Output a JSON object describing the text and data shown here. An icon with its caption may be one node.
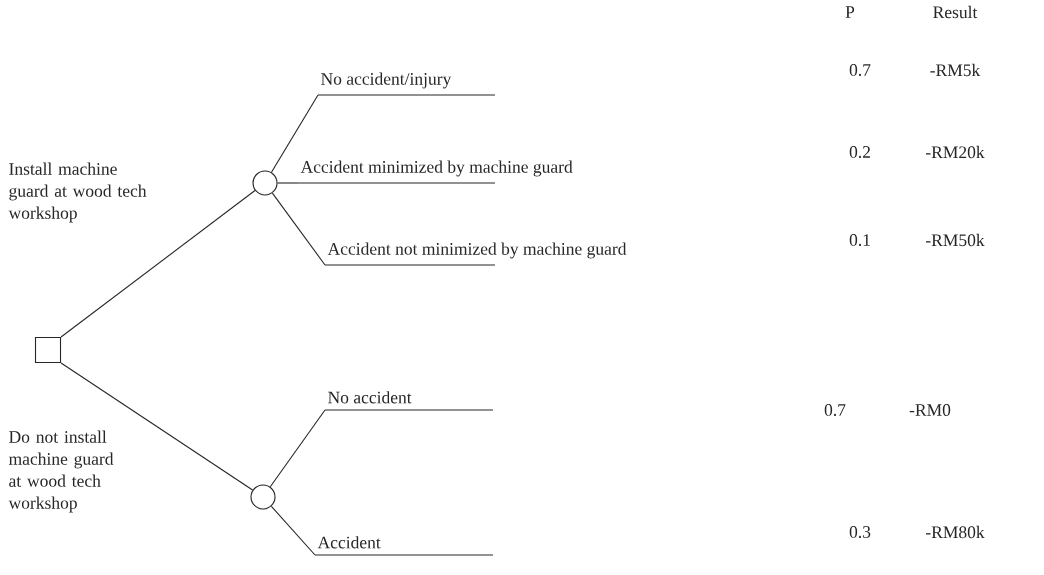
{
  "diagram": {
    "nodes": [
      {
        "text": [],
        "shape": "box"
      },
      {
        "text": [],
        "shape": "circle"
      },
      {
        "text": [],
        "shape": "circle"
      },
      {
        "text": [
          "No accident/injury"
        ]
      },
      {
        "text": [
          "Accident minimized by machine guard"
        ]
      },
      {
        "text": [
          "Accident not minimized by machine guard"
        ]
      },
      {
        "text": [
          "No accident"
        ]
      },
      {
        "text": [
          "Accident"
        ]
      }
    ],
    "edges": [
      {
        "from": 0,
        "to": 1,
        "arrow": "none",
        "label": "Install machine guard at wood tech workshop"
      },
      {
        "from": 0,
        "to": 2,
        "arrow": "none",
        "label": "Do not install machine guard at wood tech workshop"
      },
      {
        "from": 1,
        "to": 3,
        "arrow": "none"
      },
      {
        "from": 1,
        "to": 4,
        "arrow": "none"
      },
      {
        "from": 1,
        "to": 5,
        "arrow": "none"
      },
      {
        "from": 2,
        "to": 6,
        "arrow": "none"
      },
      {
        "from": 2,
        "to": 7,
        "arrow": "none"
      }
    ],
    "labels": [
      "P",
      "Result",
      "0.7",
      "-RM5k",
      "0.2",
      "-RM20k",
      "0.1",
      "-RM50k",
      "0.7",
      "-RM0",
      "0.3",
      "-RM80k"
    ]
  }
}
